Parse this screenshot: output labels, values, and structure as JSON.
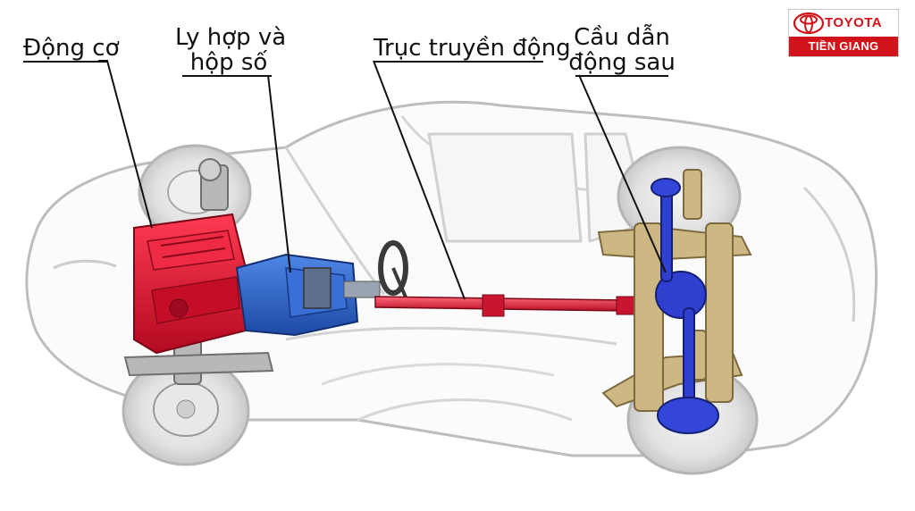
{
  "labels": {
    "engine": "Động cơ",
    "clutch_gearbox": [
      "Ly hợp và",
      "hộp số"
    ],
    "driveshaft": "Trục truyền động",
    "rear_axle": [
      "Cầu dẫn",
      "động sau"
    ]
  },
  "logo": {
    "brand": "TOYOTA",
    "dealer": "TIỀN GIANG",
    "color": "#d2121a"
  },
  "colors": {
    "engine": "#d8102c",
    "gearbox": "#2a5fc4",
    "driveshaft": "#d01830",
    "rear_frame": "#c8b27a",
    "rear_axle": "#2f3fcf",
    "car_outline": "#bdbdbd"
  }
}
